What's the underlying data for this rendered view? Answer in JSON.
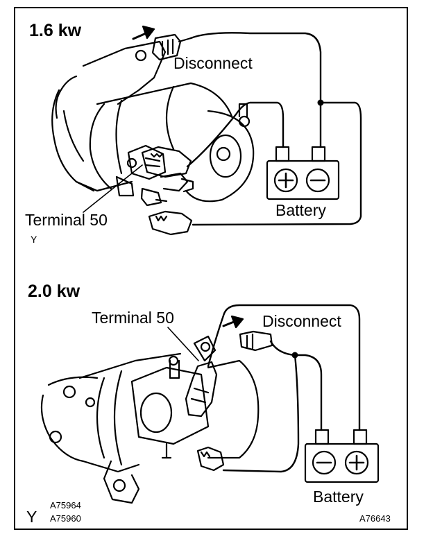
{
  "panel_top": {
    "title": "1.6 kw",
    "disconnect": "Disconnect",
    "terminal": "Terminal 50",
    "battery": "Battery",
    "code": "Y",
    "plus_symbol": "+",
    "minus_symbol": "−"
  },
  "panel_bottom": {
    "title": "2.0 kw",
    "terminal": "Terminal 50",
    "disconnect": "Disconnect",
    "battery": "Battery",
    "code": "Y",
    "minus_symbol": "−",
    "plus_symbol": "+"
  },
  "figure_codes": {
    "left_1": "A75964",
    "left_2": "A75960",
    "right": "A76643"
  },
  "colors": {
    "ink": "#000000",
    "paper": "#ffffff"
  }
}
